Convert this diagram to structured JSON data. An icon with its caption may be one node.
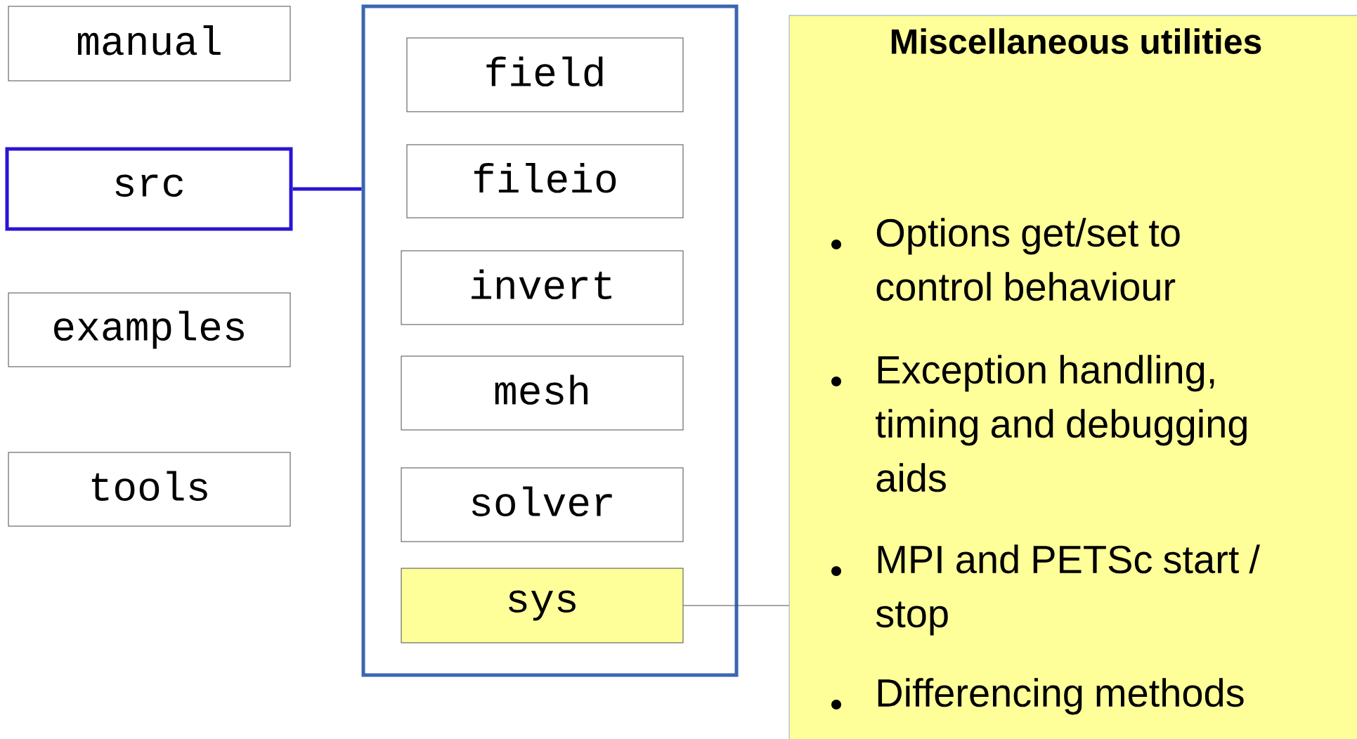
{
  "diagram": {
    "nodes": [
      {
        "text": [
          "manual"
        ]
      },
      {
        "text": [
          "src"
        ]
      },
      {
        "text": [
          "examples"
        ]
      },
      {
        "text": [
          "tools"
        ]
      },
      {
        "text": [],
        "shape": "box"
      },
      {
        "text": [
          "field"
        ],
        "in": 4
      },
      {
        "text": [
          "fileio"
        ],
        "in": 4
      },
      {
        "text": [
          "invert"
        ],
        "in": 4
      },
      {
        "text": [
          "mesh"
        ],
        "in": 4
      },
      {
        "text": [
          "solver"
        ],
        "in": 4
      },
      {
        "text": [
          "sys"
        ],
        "in": 4
      },
      {
        "text": [
          "Miscellaneous utilities",
          "Options get/set to control behaviour",
          "Exception handling, timing and debugging aids",
          "MPI and PETSc start / stop",
          "Differencing methods"
        ]
      }
    ],
    "edges": [
      {
        "from": 1,
        "to": 4,
        "arrow": "none",
        "style": "thick",
        "color": "#2a14d4"
      },
      {
        "from": 10,
        "to": 11,
        "arrow": "none",
        "color": "#4c4c4c"
      }
    ]
  }
}
